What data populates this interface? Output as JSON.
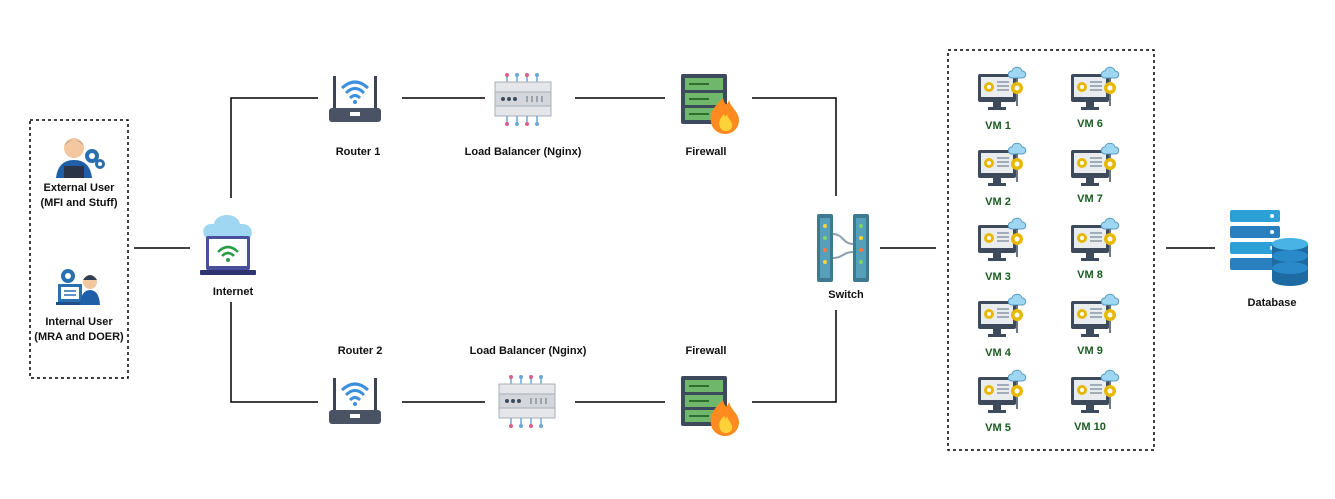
{
  "users": {
    "external_label": "External User",
    "external_sub": "(MFI and Stuff)",
    "internal_label": "Internal User",
    "internal_sub": "(MRA and DOER)"
  },
  "internet": {
    "label": "Internet"
  },
  "top_path": {
    "router": "Router 1",
    "load_balancer": "Load Balancer (Nginx)",
    "firewall": "Firewall"
  },
  "bottom_path": {
    "router": "Router 2",
    "load_balancer": "Load Balancer (Nginx)",
    "firewall": "Firewall"
  },
  "switch": {
    "label": "Switch"
  },
  "vms": [
    "VM 1",
    "VM 2",
    "VM 3",
    "VM 4",
    "VM 5",
    "VM 6",
    "VM 7",
    "VM 8",
    "VM 9",
    "VM 10"
  ],
  "database": {
    "label": "Database"
  },
  "colors": {
    "line": "#000000",
    "vm_label": "#1a5c20",
    "cloud": "#9fd6f2",
    "gear": "#e6b800",
    "server": "#3d4a5c",
    "flame": "#ff8a1f",
    "db_blue": "#2a7fbf"
  }
}
